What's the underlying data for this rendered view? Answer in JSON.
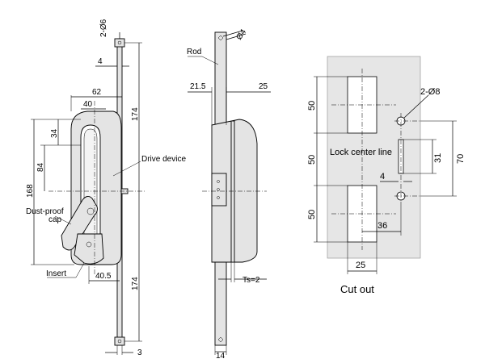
{
  "front_view": {
    "hole_spec": "2-Ø6",
    "dim_rod_offset": "4",
    "dim_width_outer": "62",
    "dim_width_inner": "40",
    "dim_34": "34",
    "dim_84": "84",
    "dim_168": "168",
    "dim_174_upper": "174",
    "dim_174_lower": "174",
    "dim_40_5": "40.5",
    "dim_3": "3",
    "label_drive_device": "Drive device",
    "label_dust_proof_line1": "Dust-proof",
    "label_dust_proof_line2": "cap",
    "label_insert": "Insert"
  },
  "side_view": {
    "hole_spec": "Ø4",
    "label_rod": "Rod",
    "dim_21_5": "21.5",
    "dim_25": "25",
    "dim_ts": "Ts=2",
    "dim_14": "14"
  },
  "cutout": {
    "dim_50_top": "50",
    "dim_50_mid": "50",
    "dim_50_bottom": "50",
    "hole_spec": "2-Ø8",
    "label_lock_center": "Lock center line",
    "dim_31": "31",
    "dim_70": "70",
    "dim_4": "4",
    "dim_36": "36",
    "dim_25": "25",
    "caption": "Cut out"
  }
}
